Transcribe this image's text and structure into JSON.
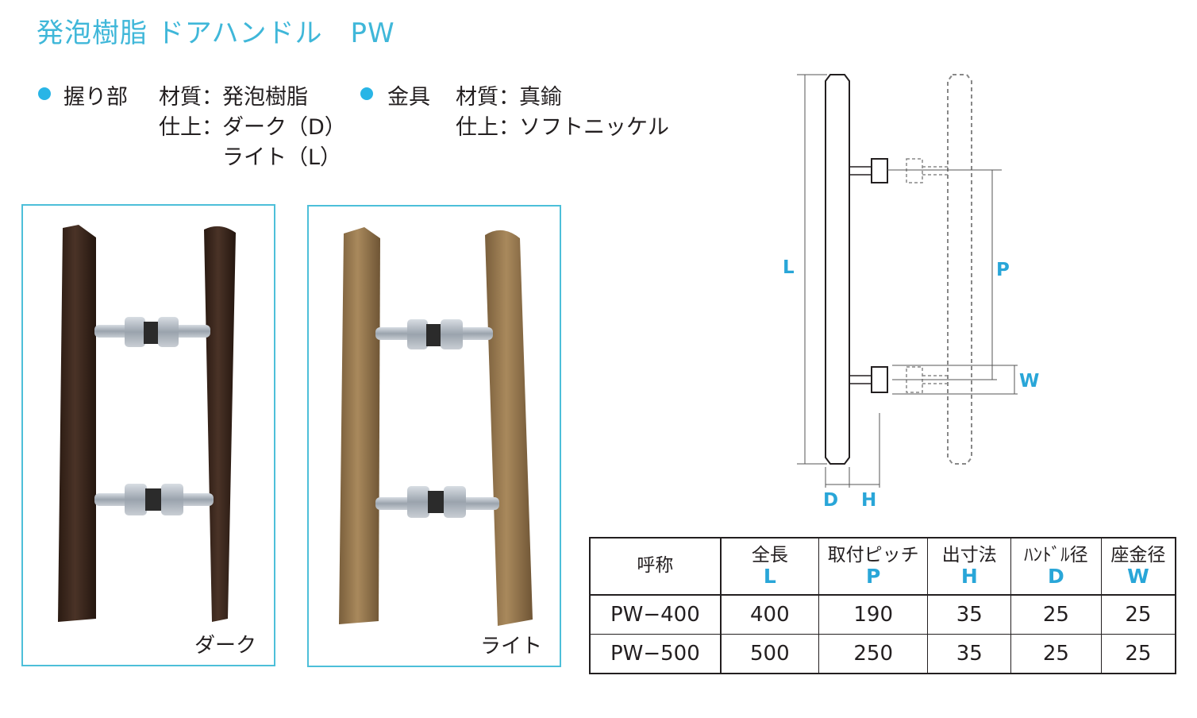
{
  "title": "発泡樹脂 ドアハンドル　PW",
  "grip": {
    "label": "握り部",
    "material_label": "材質：",
    "material_value": "発泡樹脂",
    "finish_label": "仕上：",
    "finish_value_1": "ダーク（D）",
    "finish_value_2": "ライト（L）"
  },
  "fitting": {
    "label": "金具",
    "material_label": "材質：",
    "material_value": "真鍮",
    "finish_label": "仕上：",
    "finish_value": "ソフトニッケル"
  },
  "photos": [
    {
      "caption": "ダーク",
      "color": "#3d2a20"
    },
    {
      "caption": "ライト",
      "color": "#9a7b51"
    }
  ],
  "diagram_labels": {
    "L": "L",
    "P": "P",
    "W": "W",
    "D": "D",
    "H": "H"
  },
  "table": {
    "headers": [
      {
        "name": "呼称",
        "symbol": ""
      },
      {
        "name": "全長",
        "symbol": "L"
      },
      {
        "name": "取付ピッチ",
        "symbol": "P"
      },
      {
        "name": "出寸法",
        "symbol": "H"
      },
      {
        "name": "ﾊﾝﾄﾞﾙ径",
        "symbol": "D"
      },
      {
        "name": "座金径",
        "symbol": "W"
      }
    ],
    "rows": [
      [
        "PW−400",
        "400",
        "190",
        "35",
        "25",
        "25"
      ],
      [
        "PW−500",
        "500",
        "250",
        "35",
        "25",
        "25"
      ]
    ]
  },
  "colors": {
    "accent": "#3fb7d9",
    "frame": "#4dbfd9",
    "dark": "#3d2a20",
    "light": "#9a7b51"
  }
}
